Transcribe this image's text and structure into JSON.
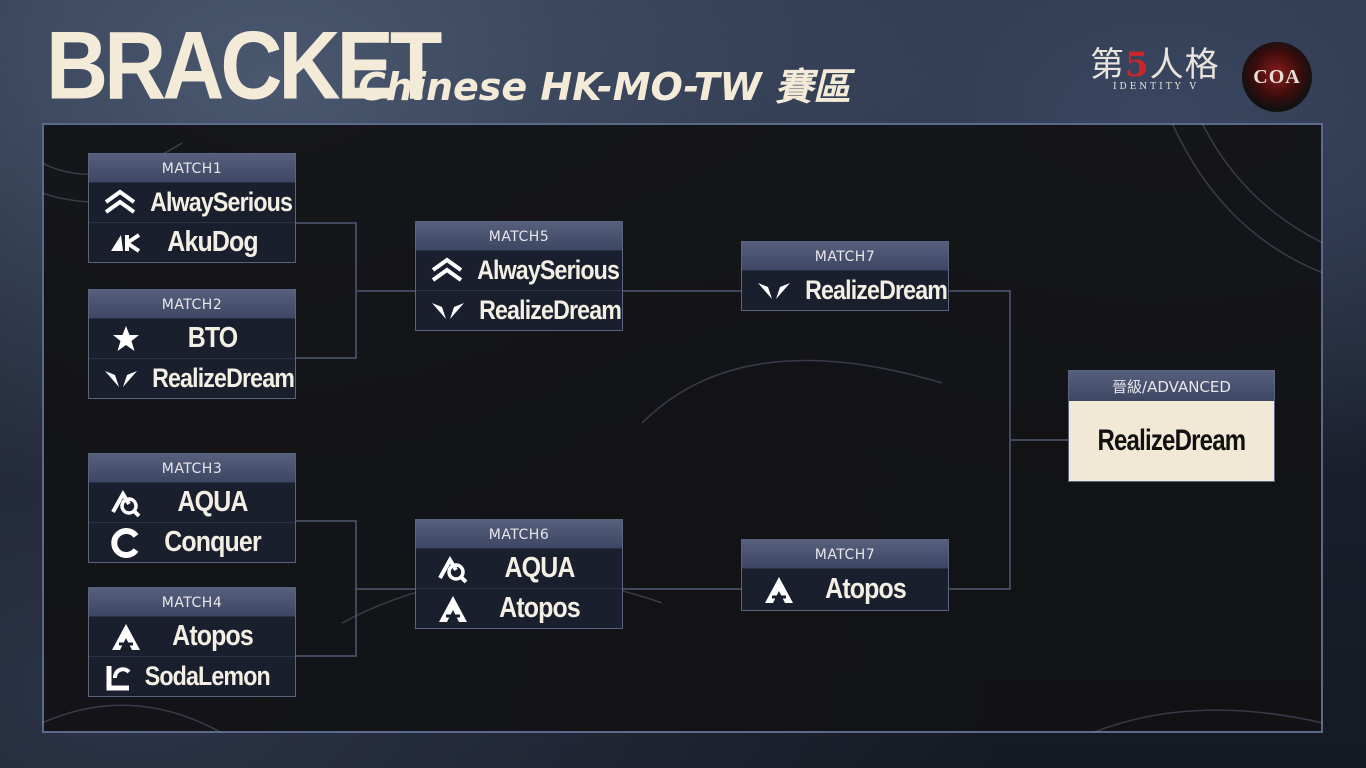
{
  "header": {
    "title": "BRACKET",
    "subtitle": "Chinese HK-MO-TW 賽區",
    "game_logo_cn_a": "第",
    "game_logo_cn_b": "5",
    "game_logo_cn_c": "人格",
    "game_logo_en": "IDENTITY V",
    "event_logo": "COA"
  },
  "colors": {
    "accent": "#f3ead8",
    "card_header": "#4a5470",
    "advanced_bg": "#f1e9d6",
    "logo_red": "#c9272c"
  },
  "matches": {
    "m1": {
      "label": "MATCH1",
      "teams": [
        {
          "name": "AlwaySerious",
          "icon": "chevrons-icon"
        },
        {
          "name": "AkuDog",
          "icon": "ak-icon"
        }
      ]
    },
    "m2": {
      "label": "MATCH2",
      "teams": [
        {
          "name": "BTO",
          "icon": "star-icon"
        },
        {
          "name": "RealizeDream",
          "icon": "wings-icon"
        }
      ]
    },
    "m3": {
      "label": "MATCH3",
      "teams": [
        {
          "name": "AQUA",
          "icon": "aqua-icon"
        },
        {
          "name": "Conquer",
          "icon": "c-icon"
        }
      ]
    },
    "m4": {
      "label": "MATCH4",
      "teams": [
        {
          "name": "Atopos",
          "icon": "atopos-icon"
        },
        {
          "name": "SodaLemon",
          "icon": "sl-icon"
        }
      ]
    },
    "m5": {
      "label": "MATCH5",
      "teams": [
        {
          "name": "AlwaySerious",
          "icon": "chevrons-icon"
        },
        {
          "name": "RealizeDream",
          "icon": "wings-icon"
        }
      ]
    },
    "m6": {
      "label": "MATCH6",
      "teams": [
        {
          "name": "AQUA",
          "icon": "aqua-icon"
        },
        {
          "name": "Atopos",
          "icon": "atopos-icon"
        }
      ]
    },
    "m7a": {
      "label": "MATCH7",
      "teams": [
        {
          "name": "RealizeDream",
          "icon": "wings-icon"
        }
      ]
    },
    "m7b": {
      "label": "MATCH7",
      "teams": [
        {
          "name": "Atopos",
          "icon": "atopos-icon"
        }
      ]
    }
  },
  "advanced": {
    "label": "晉級/ADVANCED",
    "team": "RealizeDream"
  }
}
